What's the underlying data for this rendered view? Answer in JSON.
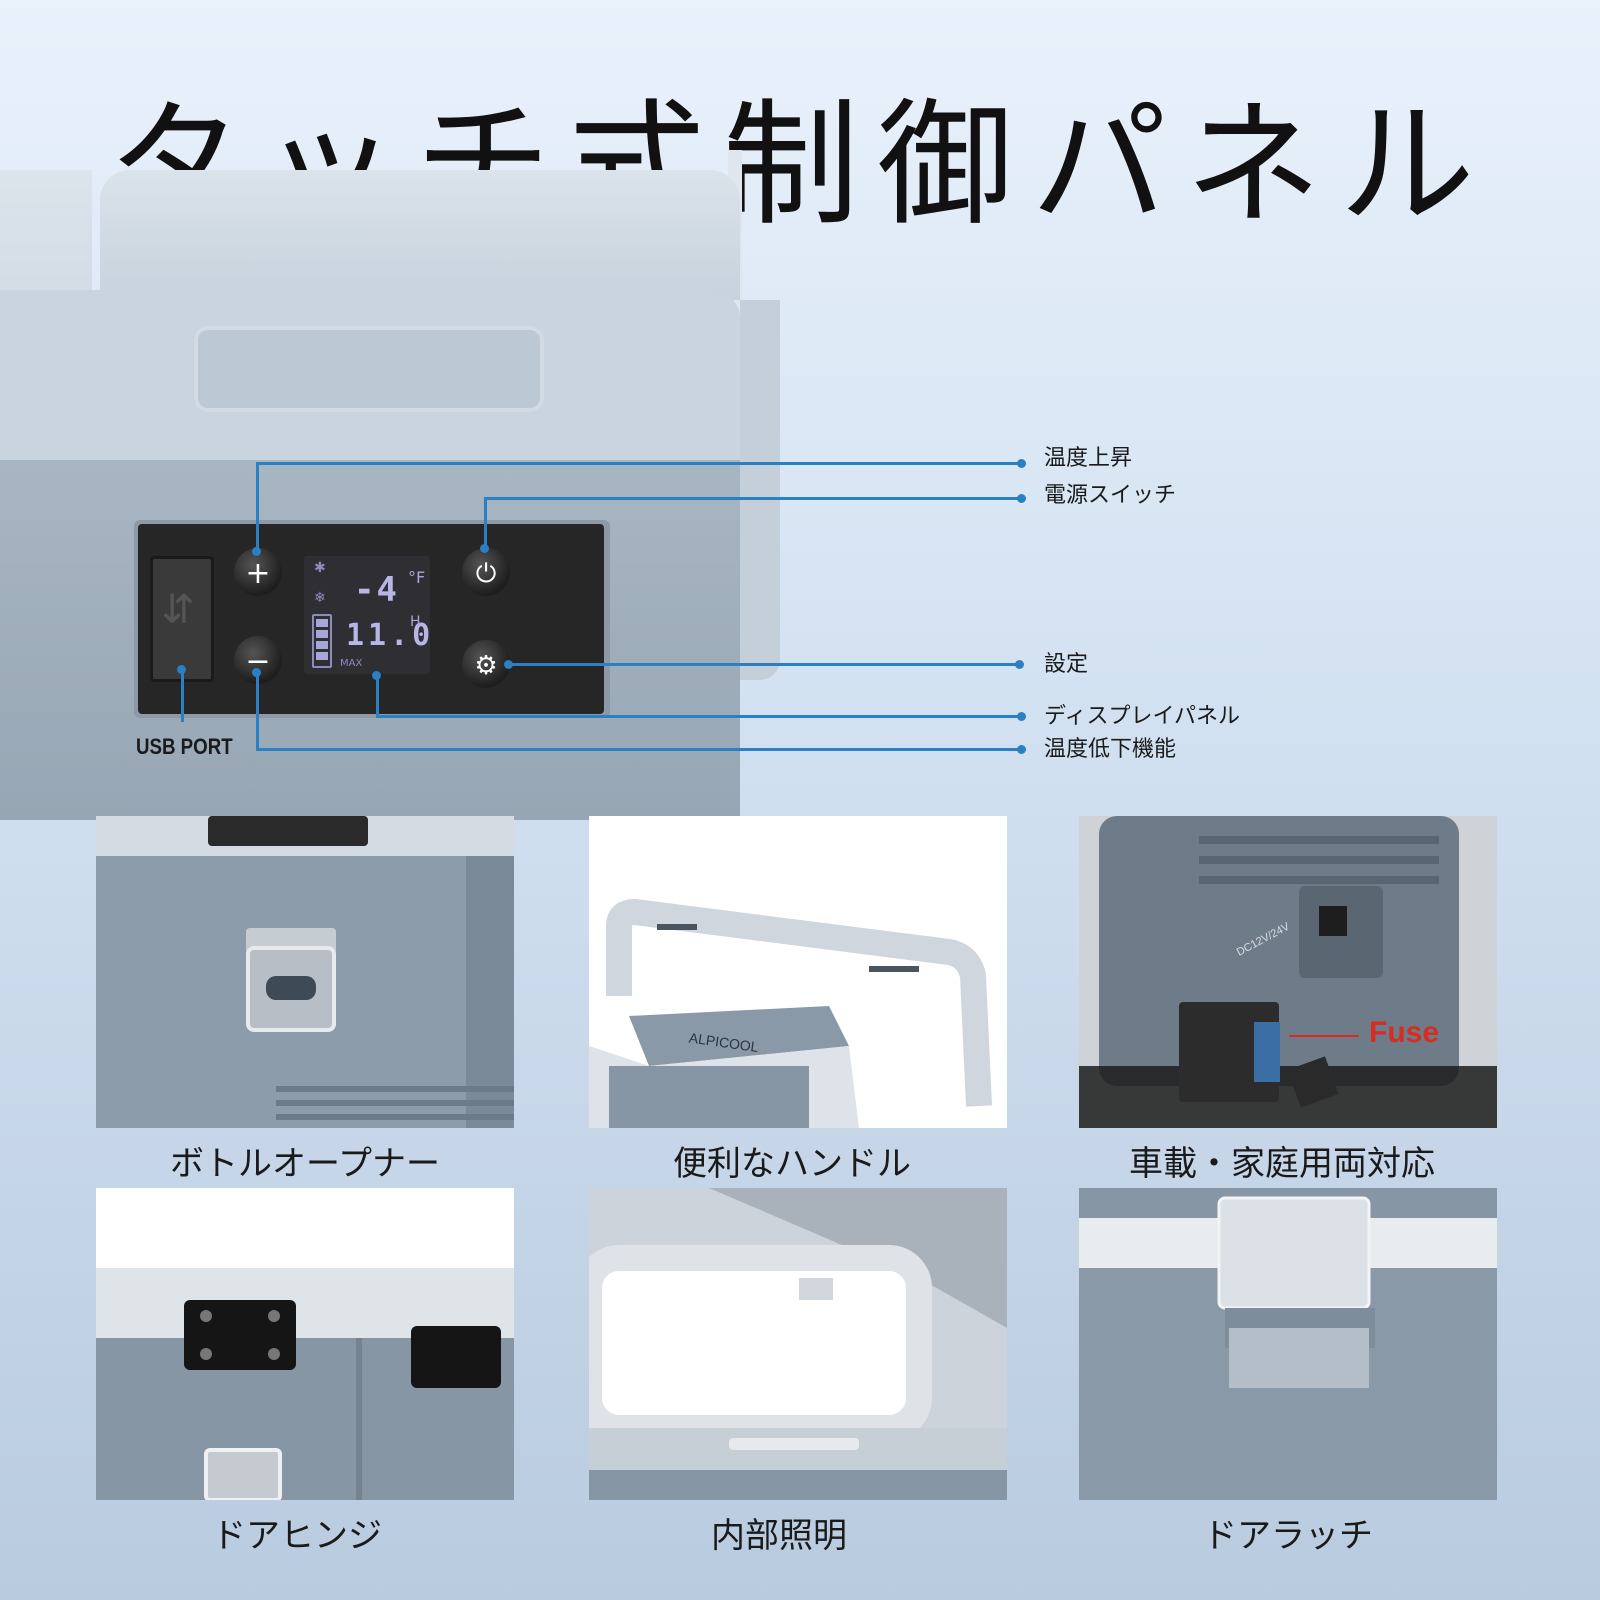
{
  "title": "タッチ式制御パネル",
  "panel": {
    "usb_label": "USB PORT",
    "display": {
      "temperature": "-4",
      "temp_unit": "°F",
      "voltage": "11.0",
      "voltage_unit": "H",
      "max_label": "MAX"
    },
    "buttons": {
      "plus": "+",
      "minus": "−",
      "power": "⏻",
      "settings": "⚙"
    }
  },
  "callouts": [
    "温度上昇",
    "電源スイッチ",
    "設定",
    "ディスプレイパネル",
    "温度低下機能"
  ],
  "features": [
    {
      "caption": "ボトルオープナー"
    },
    {
      "caption": "便利なハンドル",
      "brand": "ALPICOOL"
    },
    {
      "caption": "車載・家庭用両対応",
      "dc_label": "DC12V/24V",
      "fuse_label": "Fuse"
    },
    {
      "caption": "ドアヒンジ"
    },
    {
      "caption": "内部照明"
    },
    {
      "caption": "ドアラッチ"
    }
  ],
  "colors": {
    "callout_line": "#2b7fc3",
    "fuse_text": "#d62c22",
    "cooler_body": "#9aa8b6",
    "cooler_lid": "#c9d4de"
  }
}
